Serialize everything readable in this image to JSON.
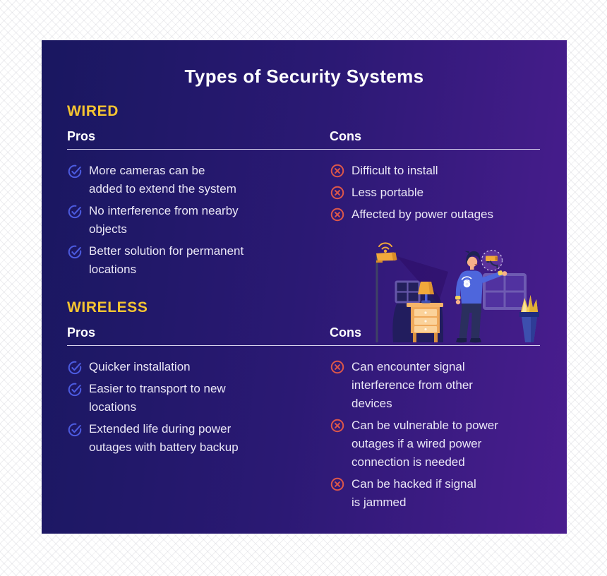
{
  "title": "Types of Security Systems",
  "sections": [
    {
      "heading": "WIRED",
      "pros_label": "Pros",
      "cons_label": "Cons",
      "pros": [
        "More cameras can be\nadded to extend the system",
        "No interference from nearby\nobjects",
        "Better solution for permanent\nlocations"
      ],
      "cons": [
        "Difficult to install",
        "Less portable",
        "Affected by power outages"
      ]
    },
    {
      "heading": "WIRELESS",
      "pros_label": "Pros",
      "cons_label": "Cons",
      "pros": [
        "Quicker installation",
        "Easier to transport to new\nlocations",
        "Extended life during power\noutages with battery backup"
      ],
      "cons": [
        "Can encounter signal\ninterference from other\ndevices",
        "Can be vulnerable to power\noutages if a wired power\nconnection is needed",
        "Can be hacked if signal\nis jammed"
      ]
    }
  ],
  "icons": {
    "pros_bullet": "check-circle-icon",
    "cons_bullet": "x-circle-icon"
  },
  "illustration": {
    "alt": "Person presenting a smart security camera badge, beside a pole-mounted camera, dresser with lamp, windows and a potted plant"
  },
  "colors": {
    "card_gradient_start": "#191760",
    "card_gradient_end": "#4A1D8F",
    "accent_yellow": "#F5C431",
    "pros_icon_blue": "#4C5BE0",
    "cons_icon_red": "#DD5749",
    "body_text": "#EAE7F6",
    "divider": "#D7D2EC",
    "page_background": "#FFFFFF"
  }
}
